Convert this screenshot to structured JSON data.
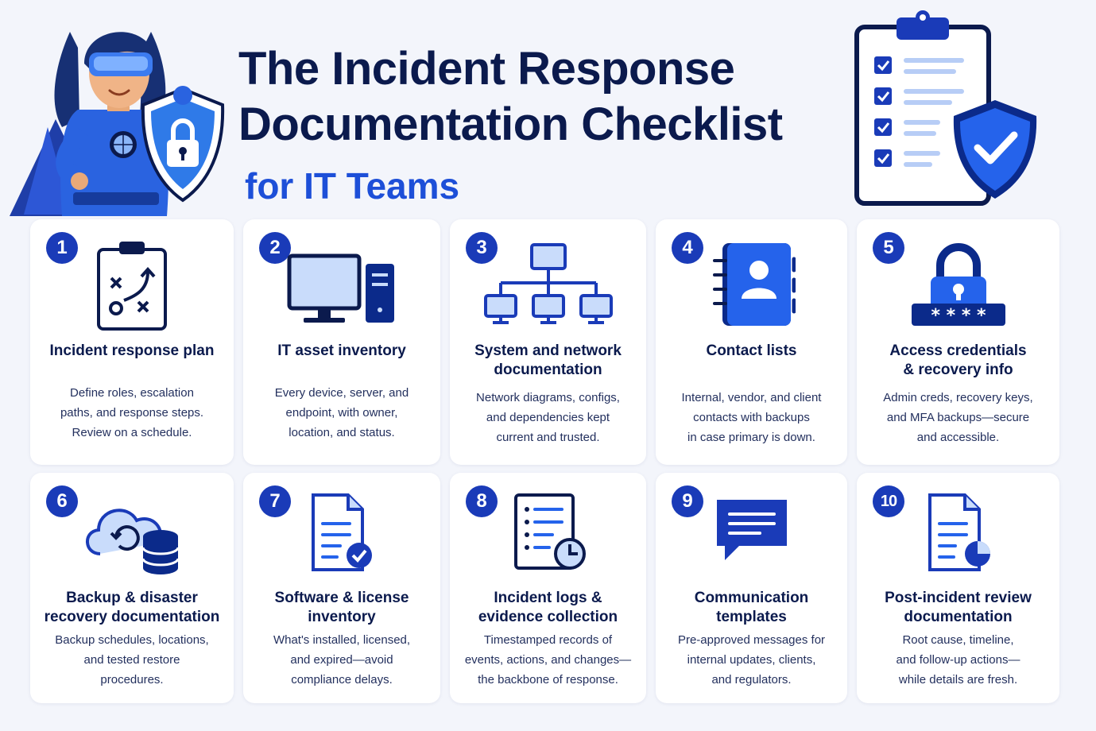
{
  "header": {
    "title_line1": "The Incident Response",
    "title_line2": "Documentation Checklist",
    "subtitle": "for IT Teams"
  },
  "colors": {
    "navy": "#0b1a4d",
    "accent_blue": "#1d4fd8",
    "badge": "#1a3bb8",
    "icon_light": "#c9dcfb",
    "background": "#f3f5fb"
  },
  "cards": [
    {
      "number": "1",
      "icon": "strategy-clipboard-icon",
      "title": "Incident response plan",
      "description": [
        "Define roles, escalation",
        "paths, and response steps.",
        "Review on a schedule."
      ]
    },
    {
      "number": "2",
      "icon": "desktop-computer-icon",
      "title": "IT asset inventory",
      "description": [
        "Every device, server, and",
        "endpoint, with owner,",
        "location, and status."
      ]
    },
    {
      "number": "3",
      "icon": "network-diagram-icon",
      "title": [
        "System and network",
        "documentation"
      ],
      "description": [
        "Network diagrams, configs,",
        "and dependencies kept",
        "current and trusted."
      ]
    },
    {
      "number": "4",
      "icon": "address-book-icon",
      "title": "Contact lists",
      "description": [
        "Internal, vendor, and client",
        "contacts with backups",
        "in case primary is down."
      ]
    },
    {
      "number": "5",
      "icon": "padlock-password-icon",
      "title": [
        "Access credentials",
        "& recovery info"
      ],
      "description": [
        "Admin creds, recovery keys,",
        "and MFA backups—secure",
        "and accessible."
      ]
    },
    {
      "number": "6",
      "icon": "cloud-backup-icon",
      "title": [
        "Backup & disaster",
        "recovery documentation"
      ],
      "description": [
        "Backup schedules, locations,",
        "and tested restore",
        "procedures."
      ]
    },
    {
      "number": "7",
      "icon": "document-check-icon",
      "title": [
        "Software & license",
        "inventory"
      ],
      "description": [
        "What's installed, licensed,",
        "and expired—avoid",
        "compliance delays."
      ]
    },
    {
      "number": "8",
      "icon": "log-clock-icon",
      "title": [
        "Incident logs &",
        "evidence collection"
      ],
      "description": [
        "Timestamped records of",
        "events, actions, and changes—",
        "the backbone of response."
      ]
    },
    {
      "number": "9",
      "icon": "chat-message-icon",
      "title": [
        "Communication",
        "templates"
      ],
      "description": [
        "Pre-approved messages for",
        "internal updates, clients,",
        "and regulators."
      ]
    },
    {
      "number": "10",
      "icon": "report-chart-icon",
      "title": [
        "Post-incident review",
        "documentation"
      ],
      "description": [
        "Root cause, timeline,",
        "and follow-up actions—",
        "while details are fresh."
      ]
    }
  ],
  "illustrations": {
    "hero": "superhero-with-shield-icon",
    "clipboard": "checklist-clipboard-shield-icon",
    "password_mask": "* * * *"
  }
}
